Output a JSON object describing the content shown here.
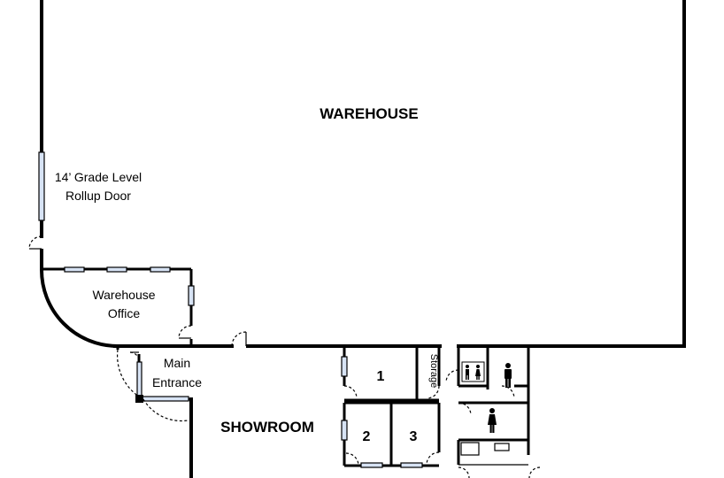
{
  "rooms": {
    "warehouse": "WAREHOUSE",
    "rollup_line1": "14’ Grade Level",
    "rollup_line2": "Rollup Door",
    "office_line1": "Warehouse",
    "office_line2": "Office",
    "entrance_line1": "Main",
    "entrance_line2": "Entrance",
    "showroom": "SHOWROOM",
    "storage": "Storage",
    "room1": "1",
    "room2": "2",
    "room3": "3"
  },
  "icons": {
    "restroom_unisex": "restroom-unisex-icon",
    "restroom_men": "man-icon",
    "restroom_women": "woman-icon"
  },
  "colors": {
    "wall": "#000000",
    "window": "#d7e3f4",
    "background": "#ffffff"
  }
}
